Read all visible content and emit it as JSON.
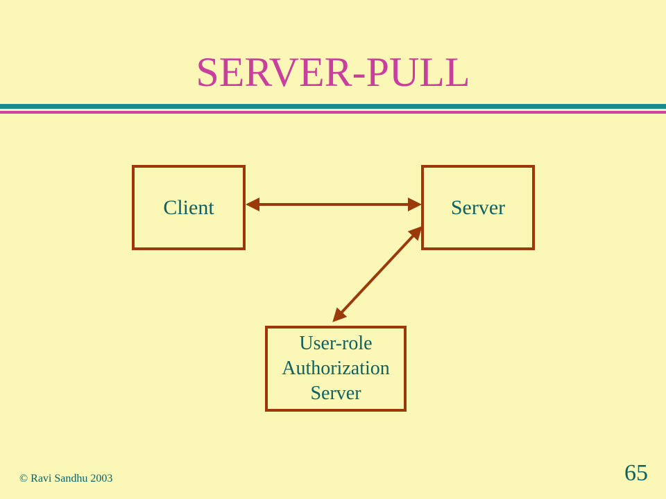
{
  "slide": {
    "title": "SERVER-PULL",
    "copyright": "© Ravi Sandhu 2003",
    "page_number": "65"
  },
  "diagram": {
    "nodes": [
      {
        "id": "client",
        "label": "Client"
      },
      {
        "id": "server",
        "label": "Server"
      },
      {
        "id": "auth",
        "label_lines": [
          "User-role",
          "Authorization",
          "Server"
        ]
      }
    ],
    "edges": [
      {
        "from": "client",
        "to": "server",
        "direction": "both"
      },
      {
        "from": "server",
        "to": "auth",
        "direction": "both"
      }
    ]
  },
  "colors": {
    "background": "#fbf7b6",
    "title": "#c8409e",
    "text": "#106060",
    "box_border": "#9a3a0a",
    "arrow": "#9a3a0a",
    "rule_top": "#1a8c8c",
    "rule_bottom": "#d040a0"
  }
}
